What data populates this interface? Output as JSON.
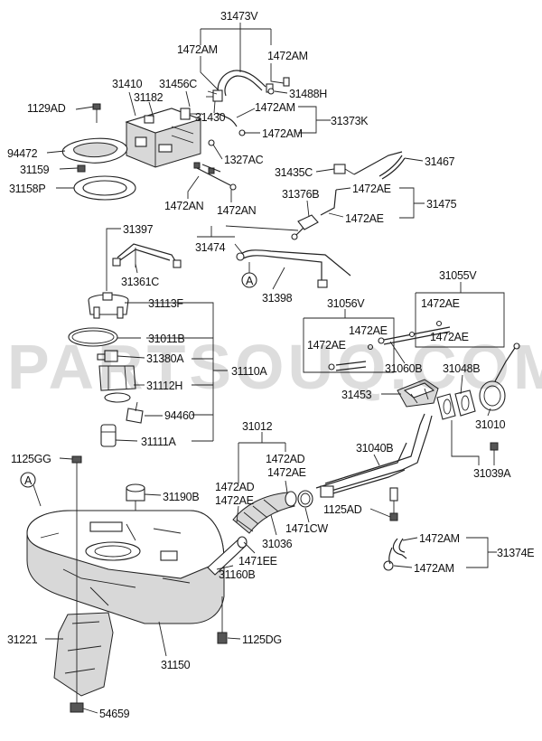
{
  "watermark": "PARTSOUQ.COM",
  "callout_marker": "A",
  "part_labels": [
    {
      "id": "p31473V",
      "text": "31473V"
    },
    {
      "id": "p1472AM_a",
      "text": "1472AM"
    },
    {
      "id": "p1472AM_b",
      "text": "1472AM"
    },
    {
      "id": "p31410",
      "text": "31410"
    },
    {
      "id": "p31456C",
      "text": "31456C"
    },
    {
      "id": "p31182",
      "text": "31182"
    },
    {
      "id": "p31488H",
      "text": "31488H"
    },
    {
      "id": "p1129AD",
      "text": "1129AD"
    },
    {
      "id": "p1472AM_c",
      "text": "1472AM"
    },
    {
      "id": "p31430",
      "text": "31430"
    },
    {
      "id": "p31373K",
      "text": "31373K"
    },
    {
      "id": "p1472AM_d",
      "text": "1472AM"
    },
    {
      "id": "p94472",
      "text": "94472"
    },
    {
      "id": "p1327AC",
      "text": "1327AC"
    },
    {
      "id": "p31159",
      "text": "31159"
    },
    {
      "id": "p31467",
      "text": "31467"
    },
    {
      "id": "p31435C",
      "text": "31435C"
    },
    {
      "id": "p31158P",
      "text": "31158P"
    },
    {
      "id": "p1472AE_a",
      "text": "1472AE"
    },
    {
      "id": "p31376B",
      "text": "31376B"
    },
    {
      "id": "p31475",
      "text": "31475"
    },
    {
      "id": "p1472AN_a",
      "text": "1472AN"
    },
    {
      "id": "p1472AN_b",
      "text": "1472AN"
    },
    {
      "id": "p1472AE_b",
      "text": "1472AE"
    },
    {
      "id": "p31397",
      "text": "31397"
    },
    {
      "id": "p31474",
      "text": "31474"
    },
    {
      "id": "p31361C",
      "text": "31361C"
    },
    {
      "id": "p31398",
      "text": "31398"
    },
    {
      "id": "p31055V",
      "text": "31055V"
    },
    {
      "id": "p31113F",
      "text": "31113F"
    },
    {
      "id": "p31056V",
      "text": "31056V"
    },
    {
      "id": "p1472AE_c",
      "text": "1472AE"
    },
    {
      "id": "p1472AE_d",
      "text": "1472AE"
    },
    {
      "id": "p31011B",
      "text": "31011B"
    },
    {
      "id": "p1472AE_e",
      "text": "1472AE"
    },
    {
      "id": "p1472AE_f",
      "text": "1472AE"
    },
    {
      "id": "p31380A",
      "text": "31380A"
    },
    {
      "id": "p31060B",
      "text": "31060B"
    },
    {
      "id": "p31048B",
      "text": "31048B"
    },
    {
      "id": "p31110A",
      "text": "31110A"
    },
    {
      "id": "p31112H",
      "text": "31112H"
    },
    {
      "id": "p31453",
      "text": "31453"
    },
    {
      "id": "p94460",
      "text": "94460"
    },
    {
      "id": "p31010",
      "text": "31010"
    },
    {
      "id": "p31012",
      "text": "31012"
    },
    {
      "id": "p31111A",
      "text": "31111A"
    },
    {
      "id": "p1472AD_a",
      "text": "1472AD"
    },
    {
      "id": "p31040B",
      "text": "31040B"
    },
    {
      "id": "p1472AE_g",
      "text": "1472AE"
    },
    {
      "id": "p1125GG",
      "text": "1125GG"
    },
    {
      "id": "p31039A",
      "text": "31039A"
    },
    {
      "id": "p31190B",
      "text": "31190B"
    },
    {
      "id": "p1472AD_b",
      "text": "1472AD"
    },
    {
      "id": "p1472AE_h",
      "text": "1472AE"
    },
    {
      "id": "p1125AD",
      "text": "1125AD"
    },
    {
      "id": "p1471CW",
      "text": "1471CW"
    },
    {
      "id": "p31036",
      "text": "31036"
    },
    {
      "id": "p1472AM_e",
      "text": "1472AM"
    },
    {
      "id": "p1471EE",
      "text": "1471EE"
    },
    {
      "id": "p31374E",
      "text": "31374E"
    },
    {
      "id": "p31160B",
      "text": "31160B"
    },
    {
      "id": "p1472AM_f",
      "text": "1472AM"
    },
    {
      "id": "p31221",
      "text": "31221"
    },
    {
      "id": "p1125DG",
      "text": "1125DG"
    },
    {
      "id": "p31150",
      "text": "31150"
    },
    {
      "id": "p54659",
      "text": "54659"
    }
  ]
}
